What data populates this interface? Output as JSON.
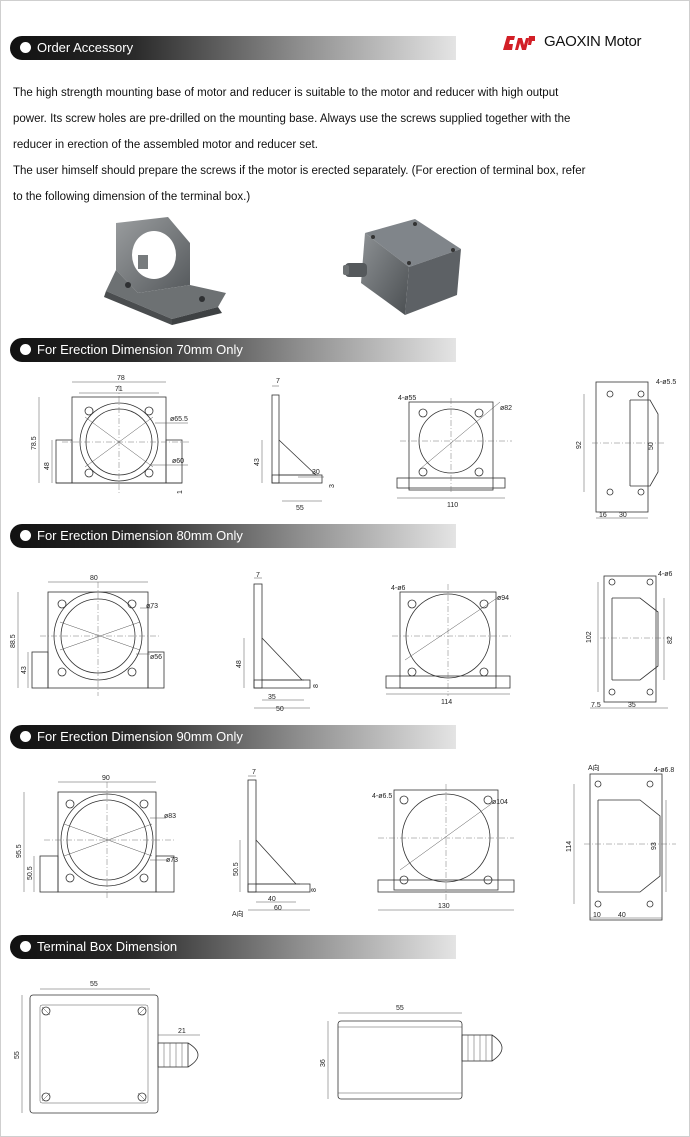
{
  "brand": {
    "name": "GAOXIN Motor"
  },
  "sections": {
    "accessory": "Order Accessory",
    "erection70": "For Erection Dimension 70mm Only",
    "erection80": "For Erection Dimension 80mm Only",
    "erection90": "For Erection Dimension 90mm Only",
    "terminal": "Terminal Box Dimension"
  },
  "intro": {
    "p1": "The high strength mounting base of motor and reducer is suitable to the motor and reducer with high output power. Its screw holes are pre-drilled on the mounting base. Always use the screws supplied together with the reducer in erection of the assembled motor and reducer set.",
    "p2": "The user himself should prepare the screws if the motor is erected separately. (For erection of terminal box, refer to the following dimension of the terminal box.)"
  },
  "dims70": {
    "front": {
      "w_outer": "78",
      "w_inner": "71",
      "dia1": "ø65.5",
      "dia2": "ø60",
      "h_total": "78.5",
      "h_base": "48",
      "t": "1"
    },
    "side": {
      "t_top": "7",
      "h": "43",
      "l_base": "30",
      "t_base": "3",
      "l_total": "55"
    },
    "view3": {
      "holes": "4-ø55",
      "dia": "ø82",
      "w": "110"
    },
    "plate": {
      "holes": "4-ø5.5",
      "h": "92",
      "slot": "50",
      "e": "16",
      "w": "30"
    }
  },
  "dims80": {
    "front": {
      "w": "80",
      "dia1": "ø73",
      "dia2": "ø56",
      "h_total": "88.5",
      "h_base": "43"
    },
    "side": {
      "t_top": "7",
      "h": "48",
      "l_base": "35",
      "t_base": "8",
      "l_total": "50"
    },
    "view3": {
      "holes": "4-ø6",
      "dia": "ø94",
      "w": "114"
    },
    "plate": {
      "holes": "4-ø6",
      "h": "102",
      "slot": "82",
      "e": "7.5",
      "w": "35"
    }
  },
  "dims90": {
    "front": {
      "w": "90",
      "dia1": "ø83",
      "dia2": "ø73",
      "h_total": "95.5",
      "h_base": "50.5"
    },
    "side": {
      "t_top": "7",
      "h": "50.5",
      "l1": "40",
      "l_total": "60",
      "t_base": "8",
      "view": "A向"
    },
    "view3": {
      "holes": "4-ø6.5",
      "dia": "ø104",
      "w": "130"
    },
    "plate": {
      "view": "A向",
      "holes": "4-ø6.8",
      "h": "114",
      "slot": "93",
      "e": "10",
      "w": "40"
    }
  },
  "terminal": {
    "top": {
      "w": "55",
      "h": "55",
      "gland": "21"
    },
    "side": {
      "w": "55",
      "h": "36"
    }
  }
}
